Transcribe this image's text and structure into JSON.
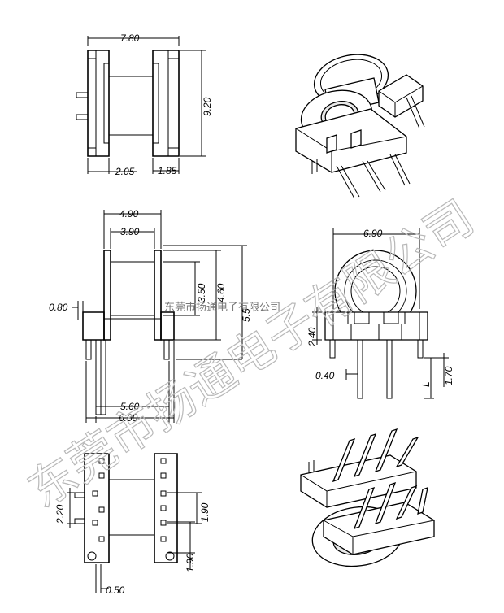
{
  "dimensions": {
    "top_view": {
      "width_total": "7.80",
      "height_total": "9.20",
      "left_flange": "2.05",
      "right_flange": "1.85"
    },
    "side_view": {
      "width_outer": "4.90",
      "width_inner": "3.90",
      "dia_small": "3.50",
      "dia_large": "4.60",
      "height_partial": "5.5",
      "pin_offset": "0.80",
      "pin_span_inner": "5.60",
      "pin_span_outer": "6.00"
    },
    "front_view": {
      "width": "6.90",
      "base_height": "2.40",
      "pin_width": "0.40",
      "pin_length_label": "L",
      "pin_length": "1.70"
    },
    "bottom_view": {
      "pitch_a": "2.20",
      "pitch_b": "1.90",
      "pitch_c": "1.90",
      "pin_dia": "0.50"
    }
  },
  "watermark": {
    "large": "东莞市扬通电子有限公司",
    "small": "东莞市扬通电子有限公司"
  }
}
